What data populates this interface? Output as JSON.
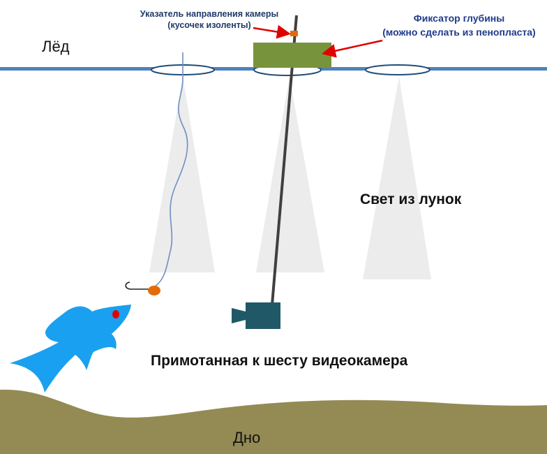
{
  "labels": {
    "ice": "Лёд",
    "camera_marker_line1": "Указатель направления камеры",
    "camera_marker_line2": "(кусочек изоленты)",
    "depth_fixer_line1": "Фиксатор глубины",
    "depth_fixer_line2": "(можно сделать из пенопласта)",
    "light": "Свет из лунок",
    "camera": "Примотанная к шесту видеокамера",
    "bottom": "Дно"
  },
  "colors": {
    "ice_line": "#4f81bd",
    "hole_outline": "#1f4e79",
    "light_cone": "#ececec",
    "depth_fixer": "#77933c",
    "marker_tape": "#e36c09",
    "pole": "#404040",
    "camera": "#215868",
    "arrow": "#e00000",
    "fish": "#1aa0f0",
    "fish_eye": "#e00000",
    "lure": "#e36c09",
    "line": "#6f8fbf",
    "bottom": "#948a54"
  },
  "icons": {
    "fish": "fish-icon",
    "camera": "video-camera-icon",
    "lure": "lure-icon",
    "hook": "hook-icon"
  }
}
